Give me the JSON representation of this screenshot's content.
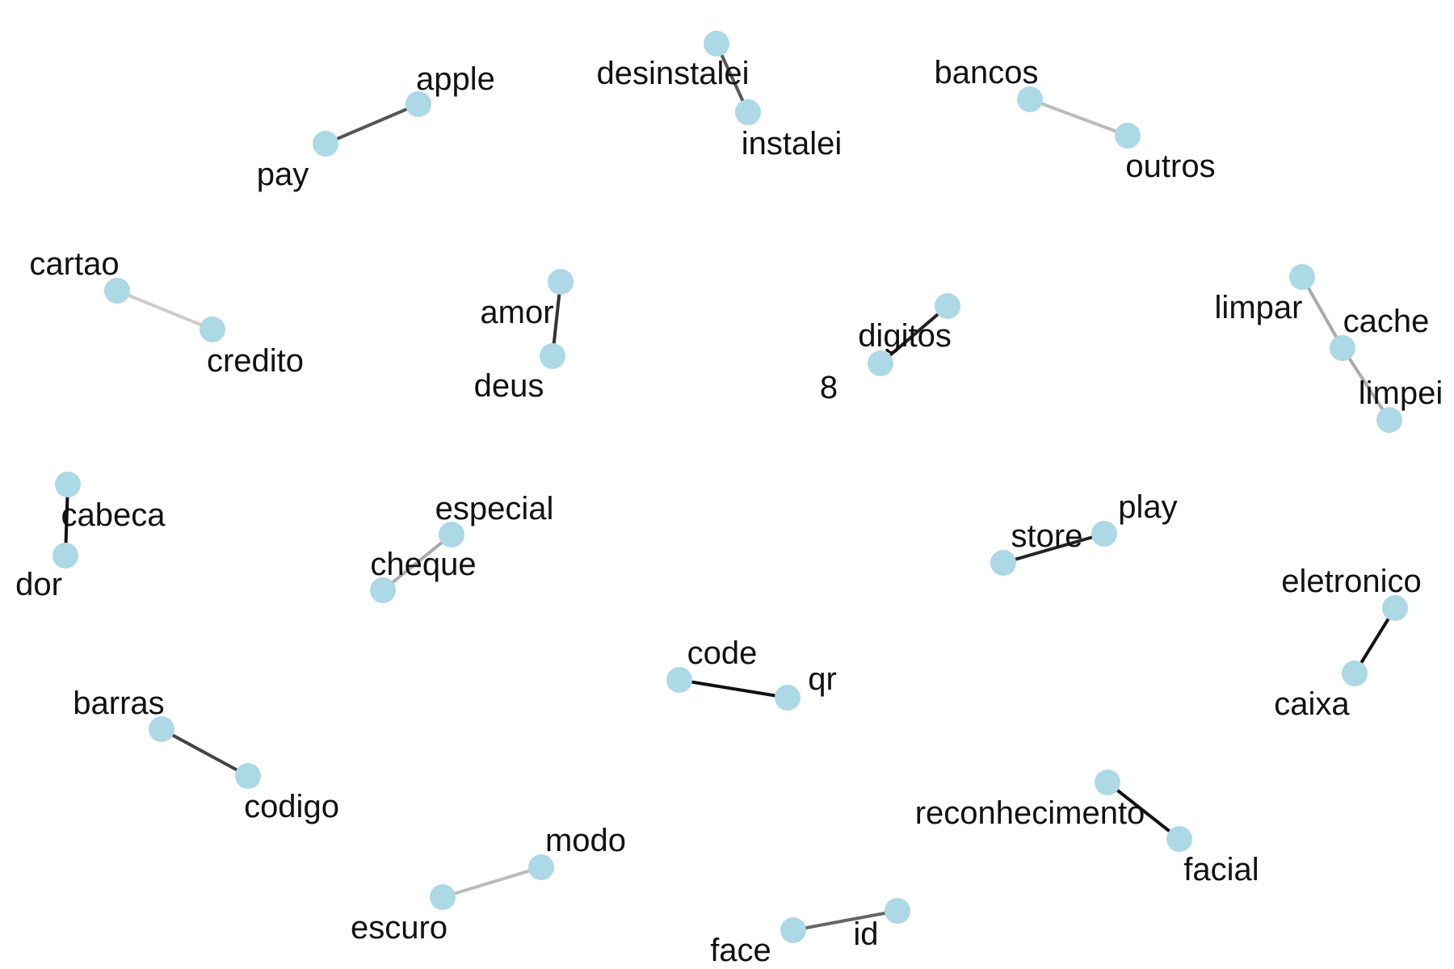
{
  "style": {
    "node_fill": "#add8e6",
    "text_color": "#111111",
    "background": "#ffffff"
  },
  "nodes": [
    {
      "id": "apple",
      "label": "apple"
    },
    {
      "id": "pay",
      "label": "pay"
    },
    {
      "id": "desinstalei",
      "label": "desinstalei"
    },
    {
      "id": "instalei",
      "label": "instalei"
    },
    {
      "id": "bancos",
      "label": "bancos"
    },
    {
      "id": "outros",
      "label": "outros"
    },
    {
      "id": "cartao",
      "label": "cartao"
    },
    {
      "id": "credito",
      "label": "credito"
    },
    {
      "id": "amor",
      "label": "amor"
    },
    {
      "id": "deus",
      "label": "deus"
    },
    {
      "id": "digitos",
      "label": "digitos"
    },
    {
      "id": "n8",
      "label": "8"
    },
    {
      "id": "limpar",
      "label": "limpar"
    },
    {
      "id": "cache",
      "label": "cache"
    },
    {
      "id": "limpei",
      "label": "limpei"
    },
    {
      "id": "cabeca",
      "label": "cabeca"
    },
    {
      "id": "dor",
      "label": "dor"
    },
    {
      "id": "especial",
      "label": "especial"
    },
    {
      "id": "cheque",
      "label": "cheque"
    },
    {
      "id": "play",
      "label": "play"
    },
    {
      "id": "store",
      "label": "store"
    },
    {
      "id": "eletronico",
      "label": "eletronico"
    },
    {
      "id": "caixa",
      "label": "caixa"
    },
    {
      "id": "code",
      "label": "code"
    },
    {
      "id": "qr",
      "label": "qr"
    },
    {
      "id": "barras",
      "label": "barras"
    },
    {
      "id": "codigo",
      "label": "codigo"
    },
    {
      "id": "reconhecimento",
      "label": "reconhecimento"
    },
    {
      "id": "facial",
      "label": "facial"
    },
    {
      "id": "modo",
      "label": "modo"
    },
    {
      "id": "escuro",
      "label": "escuro"
    },
    {
      "id": "face",
      "label": "face"
    },
    {
      "id": "id",
      "label": "id"
    }
  ],
  "edges": [
    {
      "source": "pay",
      "target": "apple",
      "color": "#555555"
    },
    {
      "source": "desinstalei",
      "target": "instalei",
      "color": "#555555"
    },
    {
      "source": "bancos",
      "target": "outros",
      "color": "#bbbbbb"
    },
    {
      "source": "cartao",
      "target": "credito",
      "color": "#cccccc"
    },
    {
      "source": "amor",
      "target": "deus",
      "color": "#333333"
    },
    {
      "source": "n8",
      "target": "digitos",
      "color": "#222222"
    },
    {
      "source": "limpar",
      "target": "cache",
      "color": "#aaaaaa"
    },
    {
      "source": "cache",
      "target": "limpei",
      "color": "#aaaaaa"
    },
    {
      "source": "cabeca",
      "target": "dor",
      "color": "#111111"
    },
    {
      "source": "cheque",
      "target": "especial",
      "color": "#aaaaaa"
    },
    {
      "source": "store",
      "target": "play",
      "color": "#222222"
    },
    {
      "source": "caixa",
      "target": "eletronico",
      "color": "#111111"
    },
    {
      "source": "code",
      "target": "qr",
      "color": "#111111"
    },
    {
      "source": "barras",
      "target": "codigo",
      "color": "#444444"
    },
    {
      "source": "reconhecimento",
      "target": "facial",
      "color": "#111111"
    },
    {
      "source": "escuro",
      "target": "modo",
      "color": "#bbbbbb"
    },
    {
      "source": "face",
      "target": "id",
      "color": "#666666"
    }
  ]
}
